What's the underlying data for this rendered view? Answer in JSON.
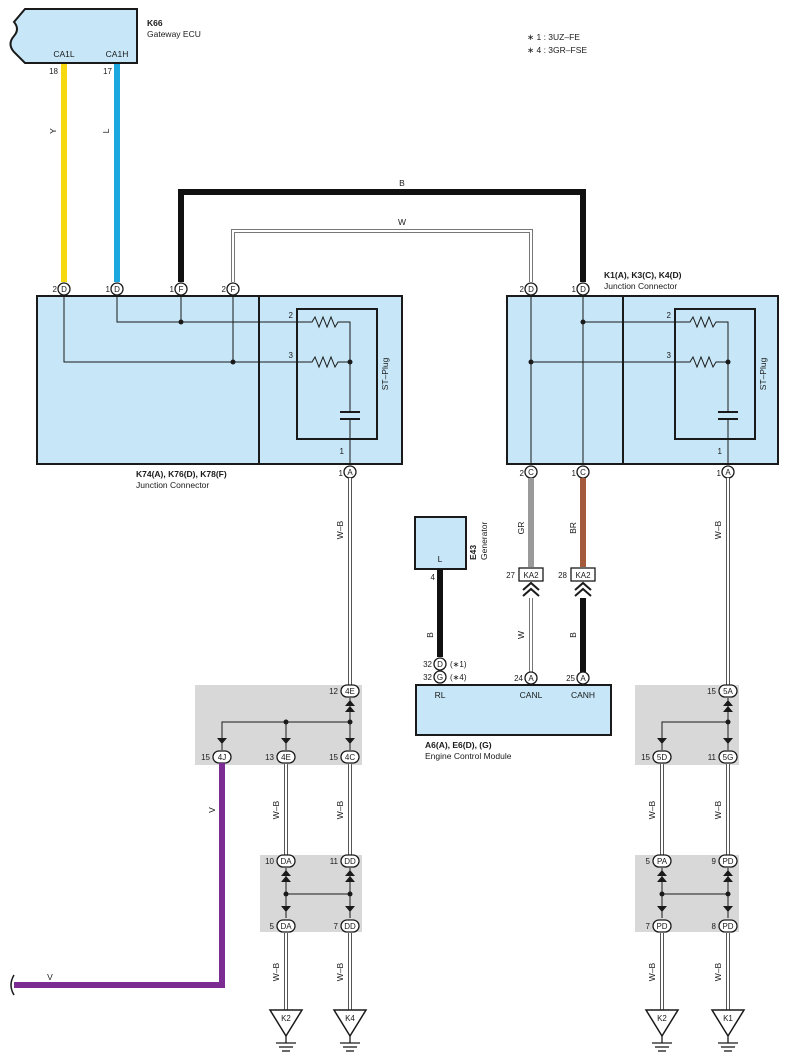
{
  "notes": {
    "note1": "∗ 1 : 3UZ–FE",
    "note4": "∗ 4 : 3GR–FSE"
  },
  "gateway": {
    "id": "K66",
    "name": "Gateway ECU",
    "pin_l": "CA1L",
    "pin_h": "CA1H",
    "num_l": "18",
    "num_h": "17"
  },
  "left_jc": {
    "id": "K74(A), K76(D), K78(F)",
    "name": "Junction Connector",
    "pins": [
      "2",
      "D",
      "1",
      "D",
      "1",
      "F",
      "2",
      "F"
    ],
    "st_plug": "ST–Plug",
    "r_top": "2",
    "r_bottom": "3",
    "cap_pin": "1",
    "out_num": "1",
    "out_pin": "A"
  },
  "right_jc": {
    "id": "K1(A), K3(C), K4(D)",
    "name": "Junction Connector",
    "pins": [
      "2",
      "D",
      "1",
      "D"
    ],
    "st_plug": "ST–Plug",
    "r_top": "2",
    "r_bottom": "3",
    "cap_pin": "1",
    "bottom_pins": [
      "2",
      "C",
      "1",
      "C",
      "1",
      "A"
    ]
  },
  "wires": {
    "y": "Y",
    "l": "L",
    "b": "B",
    "w": "W",
    "wb": "W–B",
    "gr": "GR",
    "br": "BR",
    "v": "V"
  },
  "generator": {
    "id": "E43",
    "name": "Generator",
    "pin": "L",
    "num": "4"
  },
  "ecm": {
    "id": "A6(A), E6(D), (G)",
    "name": "Engine Control Module",
    "rl": "RL",
    "canl": "CANL",
    "canh": "CANH",
    "p1_num": "32",
    "p1_pin": "D",
    "p1_note": "(∗1)",
    "p2_num": "32",
    "p2_pin": "G",
    "p2_note": "(∗4)",
    "canl_num": "24",
    "canl_pin": "A",
    "canh_num": "25",
    "canh_pin": "A"
  },
  "ka2": {
    "label": "KA2",
    "num_gr": "27",
    "num_br": "28"
  },
  "splice_left": {
    "top_num": "12",
    "top_pin": "4E",
    "b1_num": "15",
    "b1_pin": "4J",
    "b2_num": "13",
    "b2_pin": "4E",
    "b3_num": "15",
    "b3_pin": "4C"
  },
  "splice_left2": {
    "t1_num": "10",
    "t1_pin": "DA",
    "t2_num": "11",
    "t2_pin": "DD",
    "b1_num": "5",
    "b1_pin": "DA",
    "b2_num": "7",
    "b2_pin": "DD"
  },
  "splice_right": {
    "top_num": "15",
    "top_pin": "5A",
    "b1_num": "15",
    "b1_pin": "5D",
    "b2_num": "11",
    "b2_pin": "5G"
  },
  "splice_right2": {
    "t1_num": "5",
    "t1_pin": "PA",
    "t2_num": "9",
    "t2_pin": "PD",
    "b1_num": "7",
    "b1_pin": "PD",
    "b2_num": "8",
    "b2_pin": "PD"
  },
  "grounds": {
    "g1": "K2",
    "g2": "K4",
    "g3": "K2",
    "g4": "K1"
  },
  "colors": {
    "yellow": "#f6d90f",
    "blue": "#1ba7e0",
    "black": "#111111",
    "purple": "#7b2b91",
    "gray": "#9a9a9a",
    "brown": "#a65a3c",
    "box_fill": "#c7e7f8",
    "splice_fill": "#d8d8d8"
  }
}
